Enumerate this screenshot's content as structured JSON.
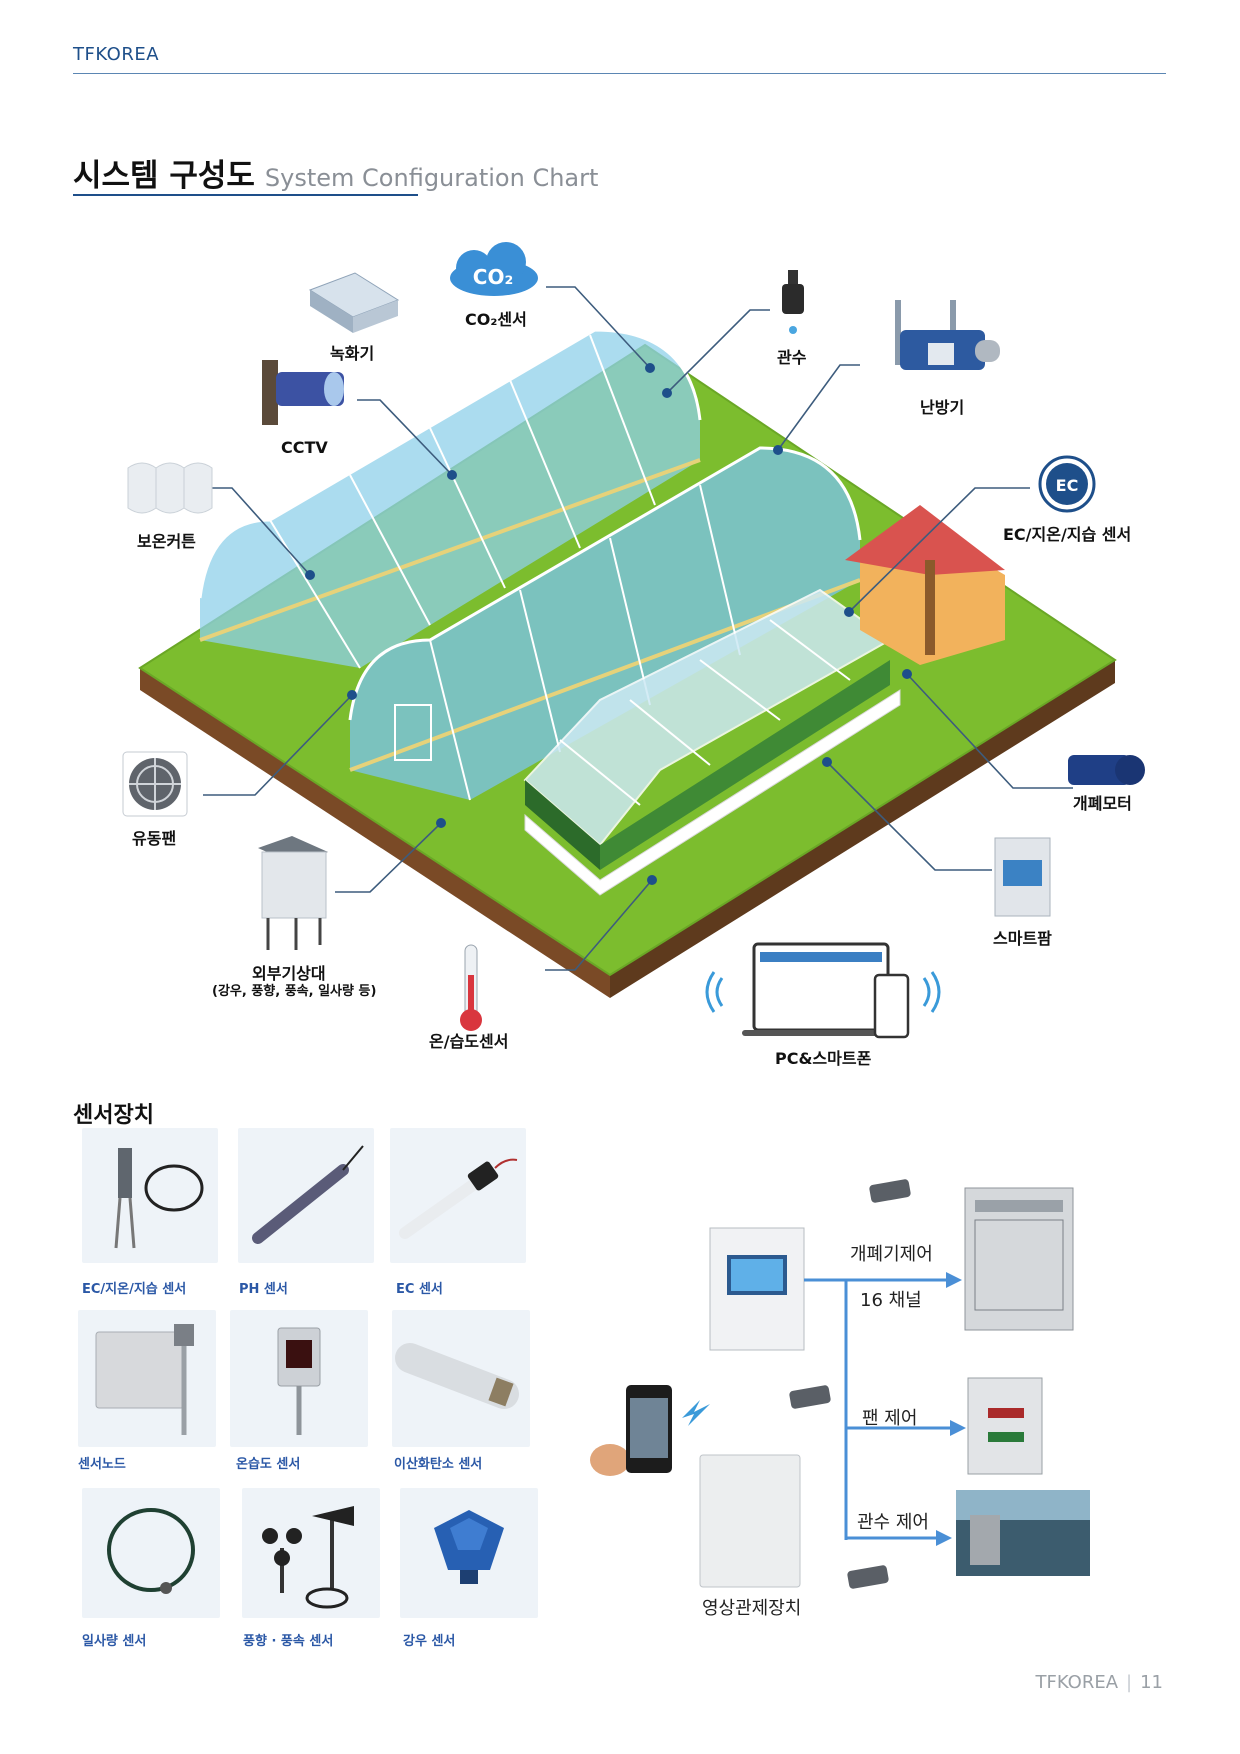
{
  "header": {
    "brand": "TFKOREA"
  },
  "title": {
    "ko": "시스템 구성도",
    "en": "System Configuration Chart"
  },
  "diagram": {
    "labels": {
      "co2": "CO₂센서",
      "co2_icon": "CO₂",
      "recorder": "녹화기",
      "cctv": "CCTV",
      "irrigation": "관수",
      "heater": "난방기",
      "curtain": "보온커튼",
      "ec_sensor": "EC/지온/지습 센서",
      "ec_icon": "EC",
      "motor": "개폐모터",
      "fan": "유동팬",
      "smartfarm": "스마트팜",
      "weather": "외부기상대",
      "weather_sub": "(강우, 풍향, 풍속, 일사량 등)",
      "thermo": "온/습도센서",
      "pc": "PC&스마트폰"
    }
  },
  "sensors": {
    "title": "센서장치",
    "items": [
      {
        "label": "EC/지온/지습 센서"
      },
      {
        "label": "PH 센서"
      },
      {
        "label": "EC 센서"
      },
      {
        "label": "센서노드"
      },
      {
        "label": "온습도 센서"
      },
      {
        "label": "이산화탄소 센서"
      },
      {
        "label": "일사량 센서"
      },
      {
        "label": "풍향 · 풍속 센서"
      },
      {
        "label": "강우 센서"
      }
    ]
  },
  "control": {
    "opener": "개폐기제어",
    "channels": "16 채널",
    "fan": "팬 제어",
    "irrigation": "관수 제어",
    "video": "영상관제장치"
  },
  "footer": {
    "brand": "TFKOREA",
    "page": "11"
  },
  "colors": {
    "brand": "#1e4f8a",
    "caption": "#2b58a6",
    "line": "#3d5c7d",
    "arrow": "#4a8fd6",
    "grass": "#7cbd2e"
  }
}
